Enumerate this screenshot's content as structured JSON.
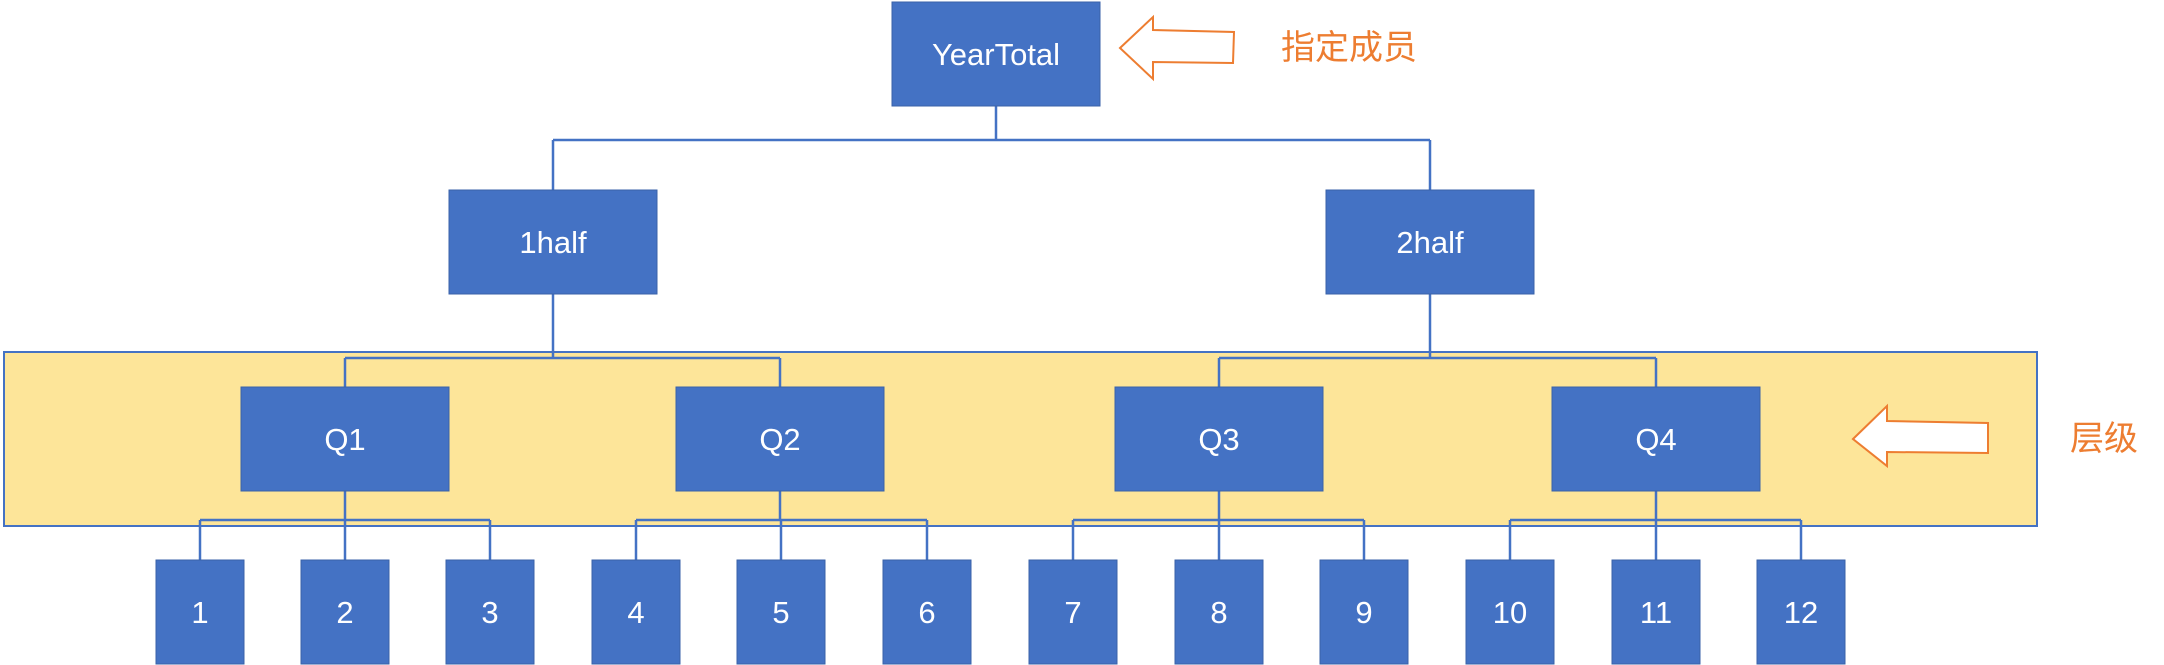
{
  "colors": {
    "node_fill": "#4472c4",
    "connector": "#4472c4",
    "level_band_fill": "#fde599",
    "level_band_stroke": "#4472c4",
    "arrow_stroke": "#ed7d31",
    "annotation_text": "#ed7d31",
    "node_text": "#ffffff"
  },
  "tree": {
    "root": {
      "label": "YearTotal",
      "children": [
        {
          "label": "1half",
          "children": [
            {
              "label": "Q1",
              "children": [
                {
                  "label": "1"
                },
                {
                  "label": "2"
                },
                {
                  "label": "3"
                }
              ]
            },
            {
              "label": "Q2",
              "children": [
                {
                  "label": "4"
                },
                {
                  "label": "5"
                },
                {
                  "label": "6"
                }
              ]
            }
          ]
        },
        {
          "label": "2half",
          "children": [
            {
              "label": "Q3",
              "children": [
                {
                  "label": "7"
                },
                {
                  "label": "8"
                },
                {
                  "label": "9"
                }
              ]
            },
            {
              "label": "Q4",
              "children": [
                {
                  "label": "10"
                },
                {
                  "label": "11"
                },
                {
                  "label": "12"
                }
              ]
            }
          ]
        }
      ]
    }
  },
  "annotations": {
    "specified_member": {
      "label": "指定成员",
      "icon": "arrow-left-outline-icon"
    },
    "level": {
      "label": "层级",
      "icon": "arrow-left-outline-icon"
    }
  }
}
